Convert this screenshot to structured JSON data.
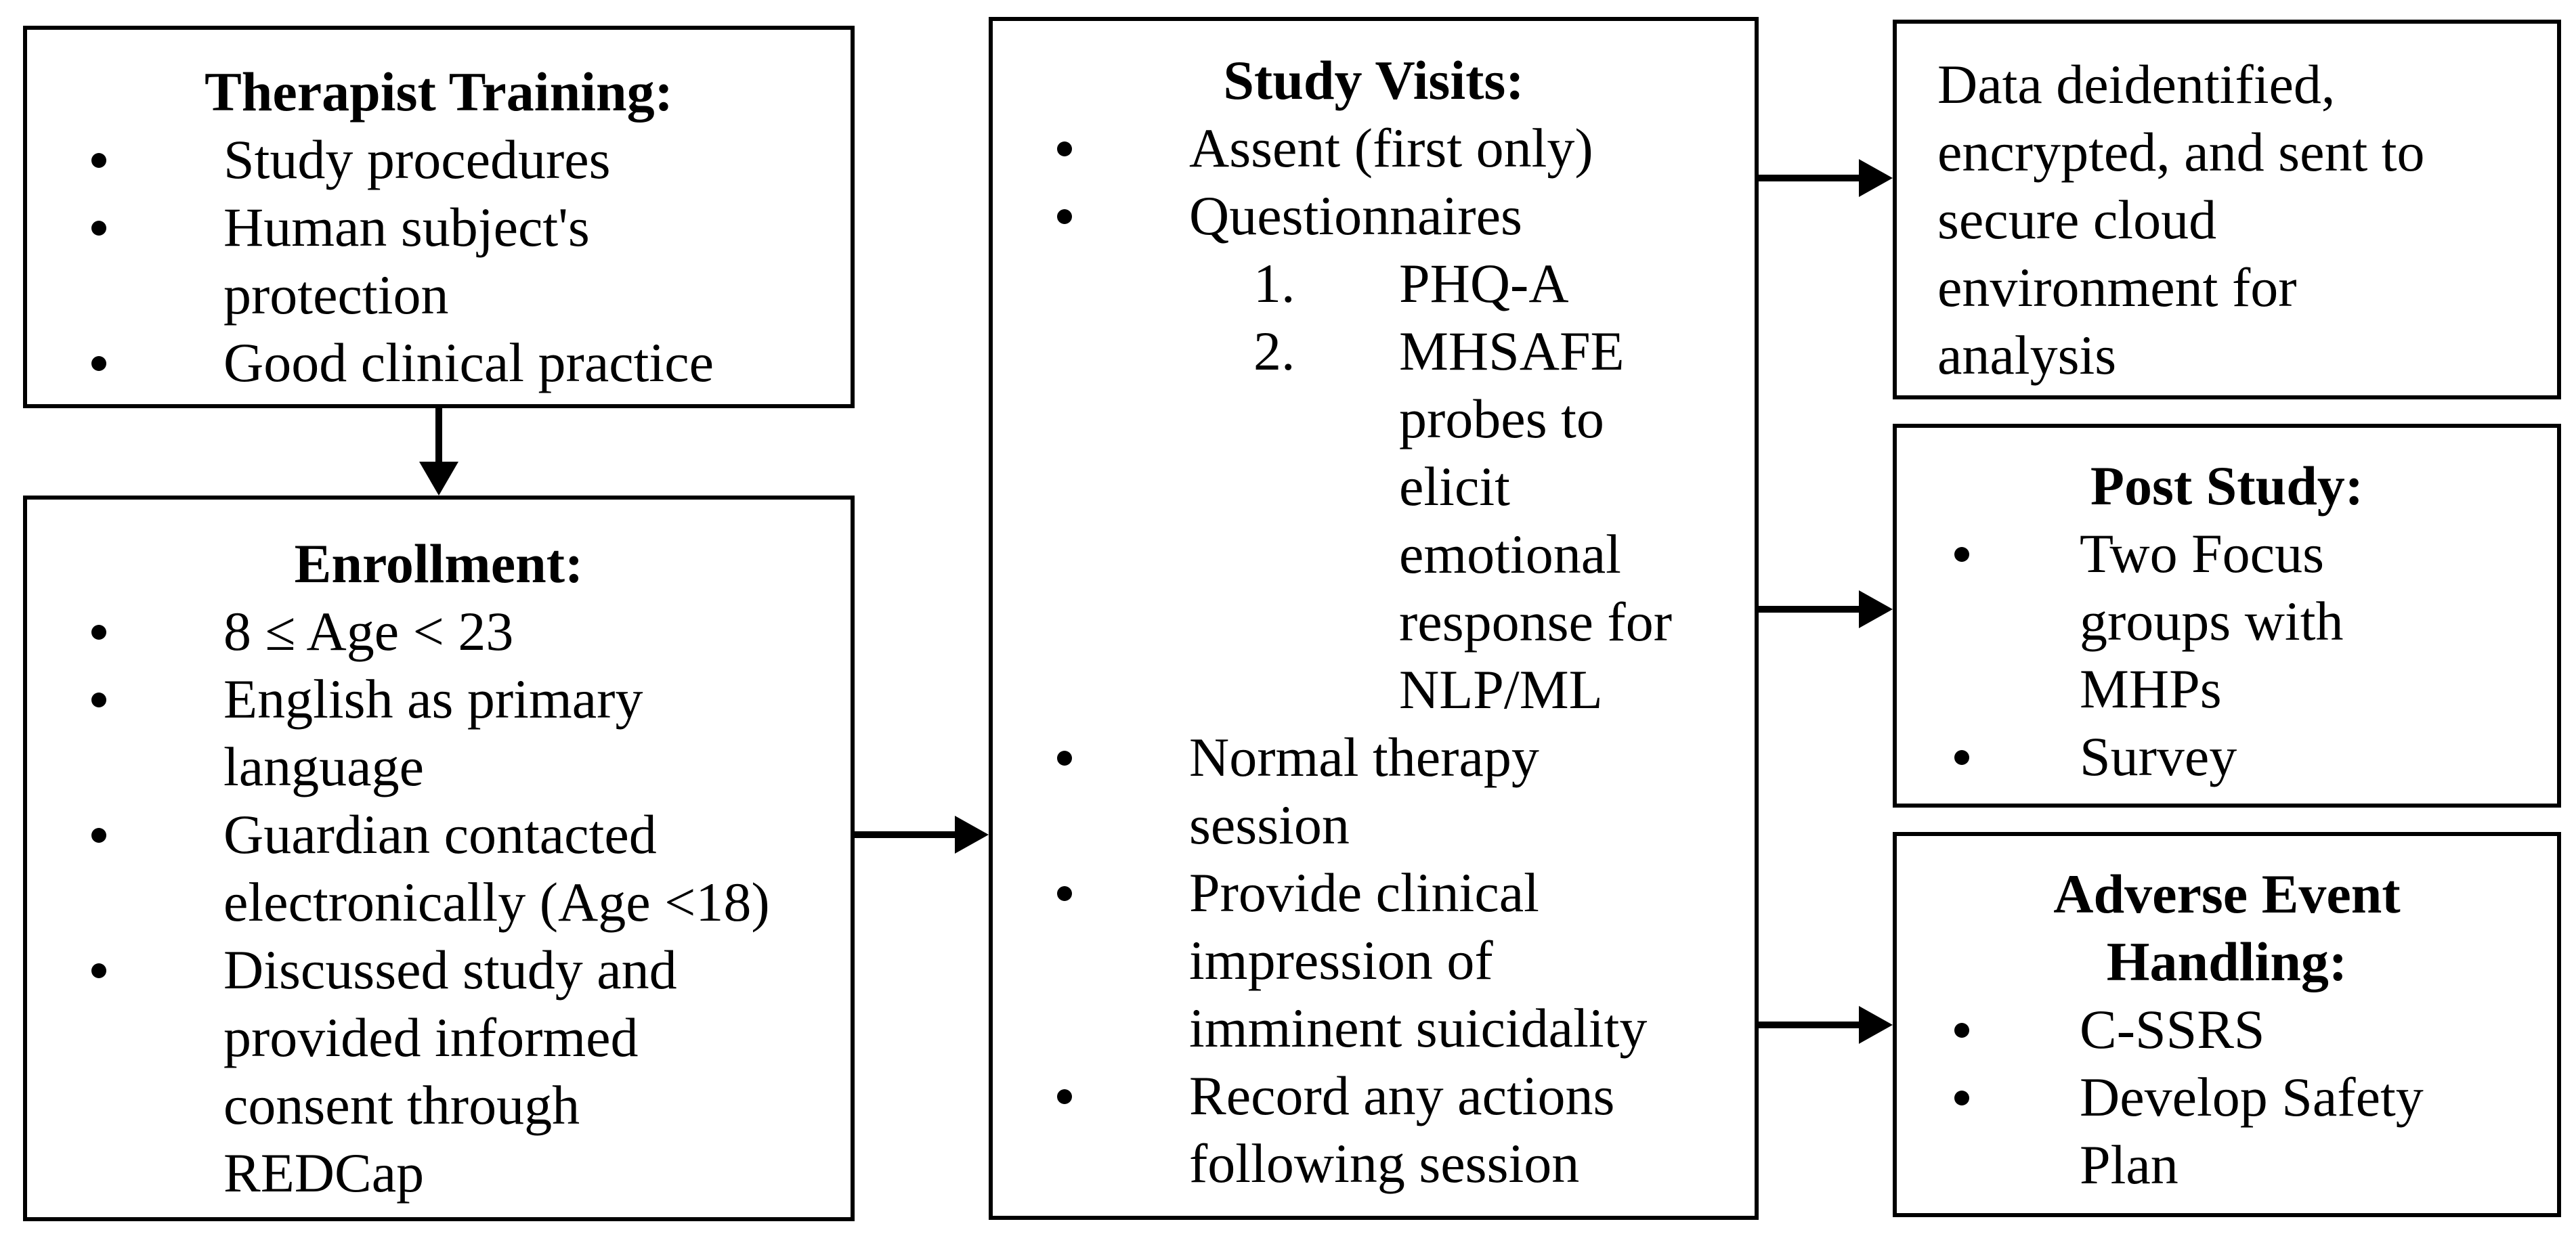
{
  "diagram": {
    "boxes": {
      "therapist_training": {
        "title": "Therapist Training:",
        "items": [
          "Study procedures",
          "Human subject's\nprotection",
          "Good clinical practice"
        ]
      },
      "enrollment": {
        "title": "Enrollment:",
        "items": [
          "8 ≤ Age < 23",
          "English as primary\nlanguage",
          "Guardian contacted\nelectronically (Age <18)",
          "Discussed study and\nprovided informed\nconsent through\nREDCap"
        ]
      },
      "study_visits": {
        "title": "Study Visits:",
        "items_top": [
          "Assent (first only)",
          "Questionnaires"
        ],
        "sub_items": [
          {
            "num": "1.",
            "text": "PHQ-A"
          },
          {
            "num": "2.",
            "text": "MHSAFE\nprobes to\nelicit\nemotional\nresponse for\nNLP/ML"
          }
        ],
        "items_bottom": [
          "Normal therapy\nsession",
          "Provide clinical\nimpression of\nimminent suicidality",
          "Record any actions\nfollowing session"
        ]
      },
      "data_pipeline": {
        "text": "Data deidentified,\nencrypted, and sent to\nsecure cloud\nenvironment for\nanalysis"
      },
      "post_study": {
        "title": "Post Study:",
        "items": [
          "Two Focus\ngroups with\nMHPs",
          "Survey"
        ]
      },
      "adverse_event": {
        "title": "Adverse Event\nHandling:",
        "items": [
          "C-SSRS",
          "Develop Safety\nPlan"
        ]
      }
    }
  }
}
